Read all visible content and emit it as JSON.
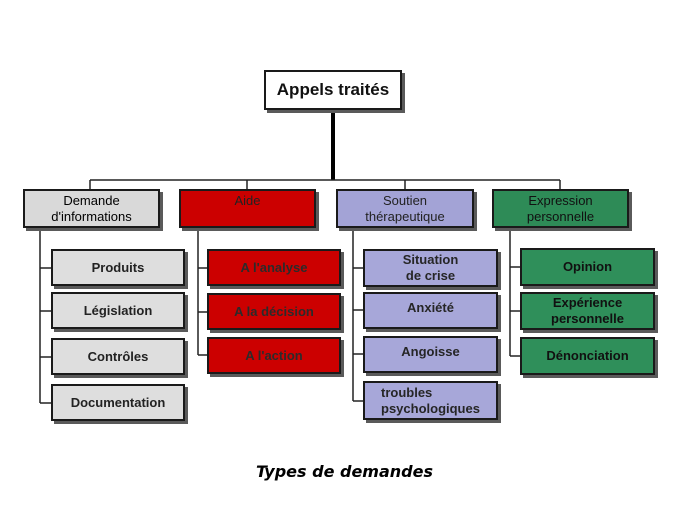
{
  "root": {
    "label": "Appels traités"
  },
  "categories": [
    {
      "label": "Demande\nd'informations",
      "fill": "#d9d9d9",
      "items": [
        "Produits",
        "Législation",
        "Contrôles",
        "Documentation"
      ]
    },
    {
      "label": "Aide",
      "fill": "#cc0000",
      "items": [
        "A l'analyse",
        "A la décision",
        "A l'action"
      ]
    },
    {
      "label": "Soutien\nthérapeutique",
      "fill": "#a3a3d6",
      "items": [
        "Situation\nde crise",
        "Anxiété",
        "Angoisse",
        "troubles\npsychologiques"
      ]
    },
    {
      "label": "Expression\npersonnelle",
      "fill": "#2e8b57",
      "items": [
        "Opinion",
        "Expérience\npersonnelle",
        "Dénonciation"
      ]
    }
  ],
  "caption": "Types de demandes"
}
